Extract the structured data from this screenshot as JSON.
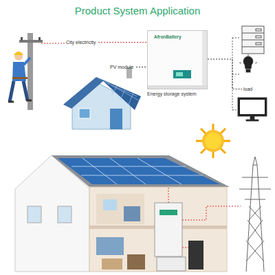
{
  "diagram": {
    "title": "Product System Application",
    "nodes": [
      {
        "text": [
          "City electricity"
        ]
      },
      {
        "text": [
          "PV module"
        ]
      },
      {
        "text": [
          "AfronBattery",
          "Energy storage system"
        ]
      },
      {
        "text": [
          "load"
        ]
      }
    ],
    "edges": [
      {
        "from": 0,
        "to": 2,
        "arrow": "none"
      },
      {
        "from": 1,
        "to": 2,
        "arrow": "none"
      },
      {
        "from": 2,
        "to": 3,
        "arrow": "none"
      }
    ]
  }
}
